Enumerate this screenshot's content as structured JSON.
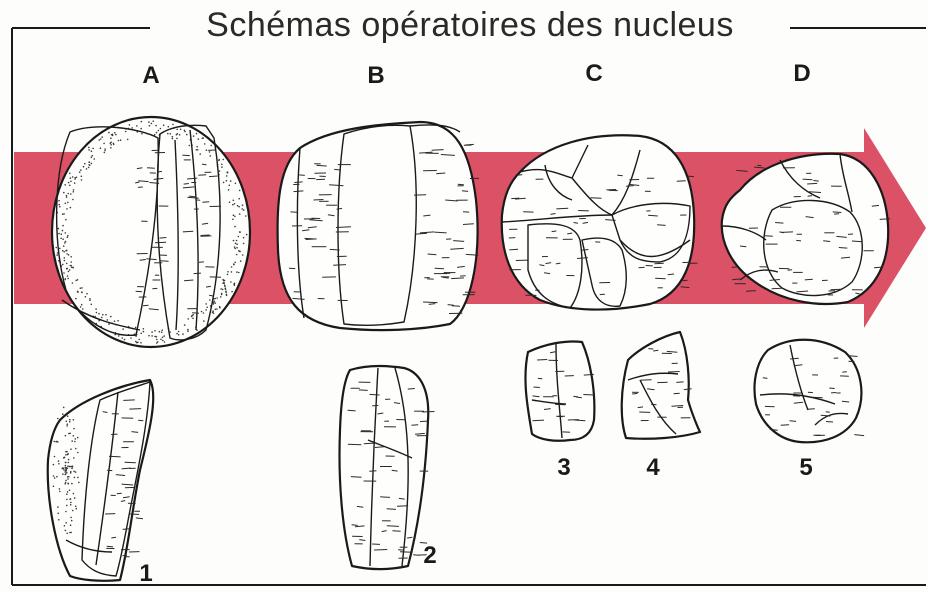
{
  "title": "Schémas opératoires des nucleus",
  "colors": {
    "arrow": "#db5266",
    "ink": "#1a1a1a",
    "paper": "#fdfdfb"
  },
  "schemas": [
    {
      "letter": "A"
    },
    {
      "letter": "B"
    },
    {
      "letter": "C"
    },
    {
      "letter": "D"
    }
  ],
  "artifacts": [
    {
      "number": "1"
    },
    {
      "number": "2"
    },
    {
      "number": "3"
    },
    {
      "number": "4"
    },
    {
      "number": "5"
    }
  ]
}
